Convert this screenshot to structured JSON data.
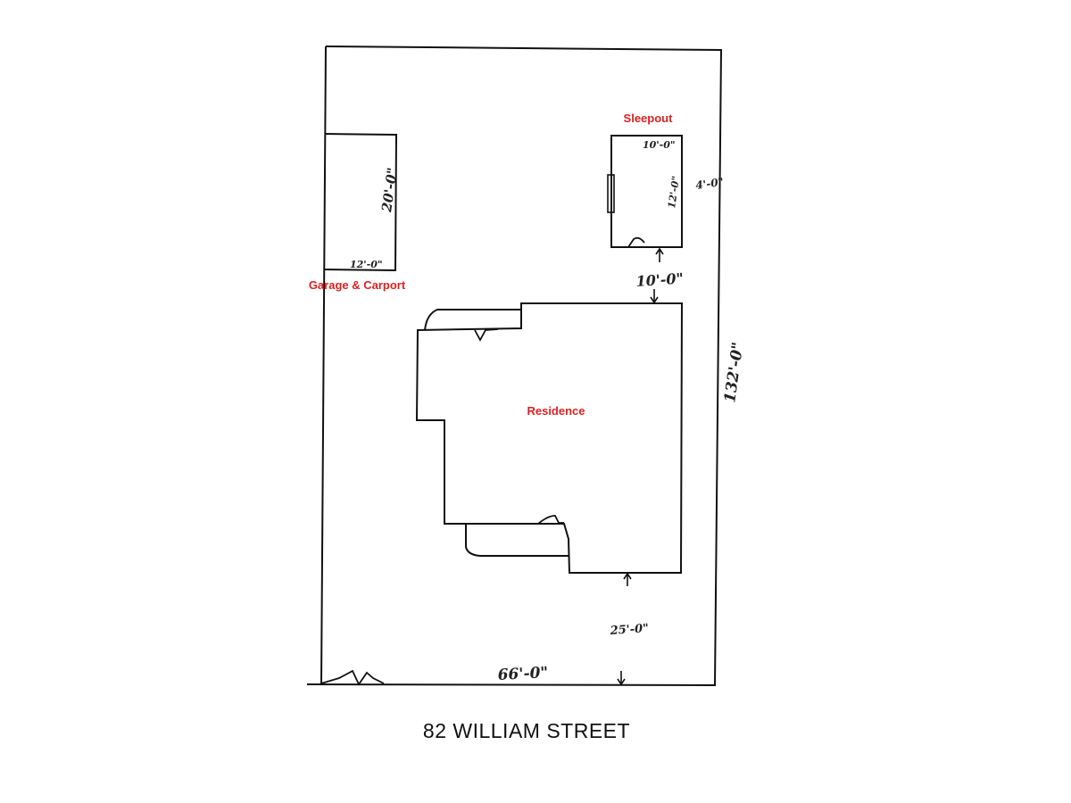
{
  "plan": {
    "labels": {
      "sleepout": "Sleepout",
      "garage": "Garage & Carport",
      "residence": "Residence"
    },
    "dimensions": {
      "sleepout_width": "10'-0\"",
      "sleepout_depth": "12'-0\"",
      "sleepout_side_setback": "4'-0\"",
      "rear_gap": "10'-0\"",
      "garage_depth": "20'-0\"",
      "garage_width": "12'-0\"",
      "lot_depth": "132'-0\"",
      "front_setback": "25'-0\"",
      "lot_frontage": "66'-0\""
    },
    "address": "82 WILLIAM STREET"
  },
  "colors": {
    "label_red": "#e02020",
    "line": "#111111"
  }
}
